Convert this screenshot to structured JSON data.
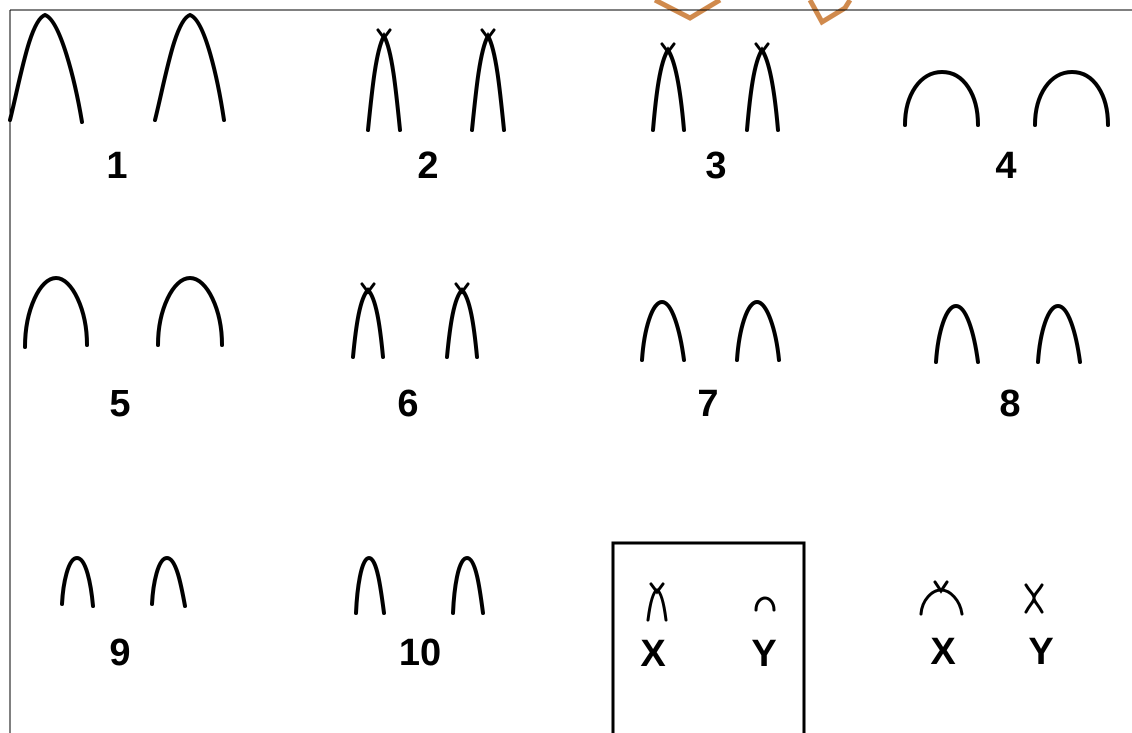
{
  "figure": {
    "colors": {
      "stroke": "#000000",
      "background": "#ffffff",
      "watermark": "#c8762e"
    },
    "pairs": [
      {
        "label": "1",
        "centromere": "terminal"
      },
      {
        "label": "2",
        "centromere": "crossed-top"
      },
      {
        "label": "3",
        "centromere": "crossed-top"
      },
      {
        "label": "4",
        "centromere": "terminal"
      },
      {
        "label": "5",
        "centromere": "terminal"
      },
      {
        "label": "6",
        "centromere": "crossed-top"
      },
      {
        "label": "7",
        "centromere": "terminal"
      },
      {
        "label": "8",
        "centromere": "terminal"
      },
      {
        "label": "9",
        "centromere": "terminal"
      },
      {
        "label": "10",
        "centromere": "terminal"
      }
    ],
    "sex_chromosomes": [
      {
        "group": "boxed",
        "labels": [
          "X",
          "Y"
        ]
      },
      {
        "group": "unboxed",
        "labels": [
          "X",
          "Y"
        ]
      }
    ]
  }
}
